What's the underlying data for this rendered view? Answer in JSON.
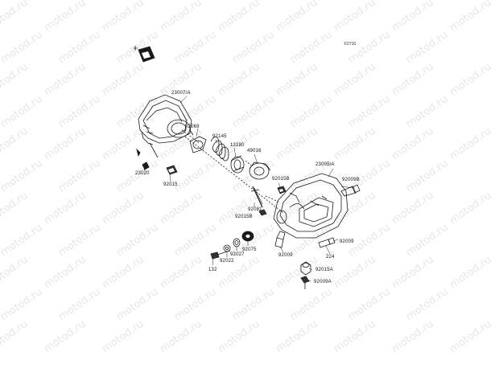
{
  "diagram": {
    "code": "F2710",
    "watermark": "motod.ru",
    "part_labels": {
      "l23007a": "23007/A",
      "l92069": "92069",
      "l92145": "92145",
      "l13280": "13280",
      "l49016": "49016",
      "l23020": "23020",
      "l92015": "92015",
      "l92015b_a": "92015B",
      "l23005a": "23005/A",
      "l92009b": "92009B",
      "l92081": "92081",
      "l92015b_b": "92015B",
      "l92009_a": "92009",
      "l224": "224",
      "l92009_b": "92009",
      "l92015a": "92015A",
      "l92009a": "92009A",
      "l92075": "92075",
      "l92027": "92027",
      "l92022": "92022",
      "l132": "132"
    }
  }
}
